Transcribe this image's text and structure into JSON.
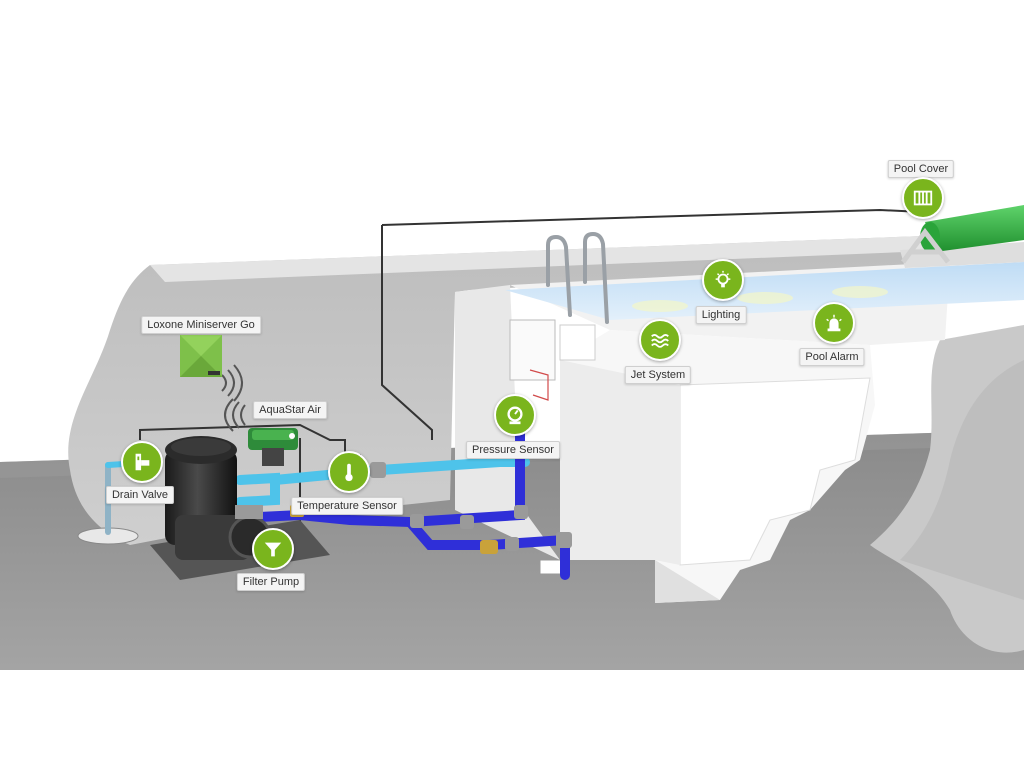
{
  "colors": {
    "accent": "#7ab51d",
    "pipe_dark": "#2f2fd8",
    "pipe_light": "#4ec3ea",
    "pool_cover": "#3ab54a",
    "water": "#cfe6f7"
  },
  "components": [
    {
      "key": "miniserver",
      "label": "Loxone Miniserver Go",
      "icon": "miniserver-box-icon"
    },
    {
      "key": "aquastar",
      "label": "AquaStar Air",
      "icon": "valve-unit-icon"
    },
    {
      "key": "drain",
      "label": "Drain Valve",
      "icon": "drain-valve-icon"
    },
    {
      "key": "temp",
      "label": "Temperature Sensor",
      "icon": "thermometer-icon"
    },
    {
      "key": "pump",
      "label": "Filter Pump",
      "icon": "funnel-icon"
    },
    {
      "key": "pressure",
      "label": "Pressure Sensor",
      "icon": "gauge-icon"
    },
    {
      "key": "jet",
      "label": "Jet System",
      "icon": "waves-icon"
    },
    {
      "key": "lighting",
      "label": "Lighting",
      "icon": "light-bulb-icon"
    },
    {
      "key": "alarm",
      "label": "Pool Alarm",
      "icon": "alarm-siren-icon"
    },
    {
      "key": "cover",
      "label": "Pool Cover",
      "icon": "pool-cover-icon"
    }
  ]
}
